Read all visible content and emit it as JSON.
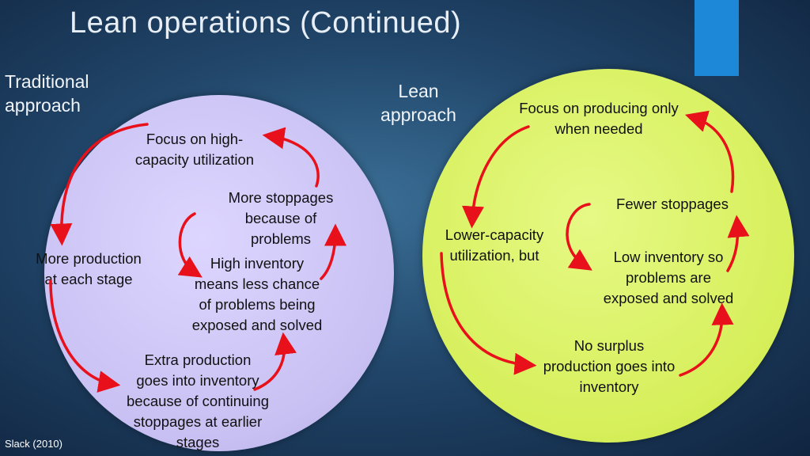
{
  "slide": {
    "title": "Lean operations (Continued)",
    "source": "Slack (2010)"
  },
  "traditional": {
    "label_line1": "Traditional",
    "label_line2": "approach",
    "nodes": [
      {
        "lines": [
          "Focus on high-",
          "capacity utilization"
        ]
      },
      {
        "lines": [
          "More stoppages",
          "because of",
          "problems"
        ]
      },
      {
        "lines": [
          "More production",
          "at each stage"
        ]
      },
      {
        "lines": [
          "High inventory",
          "means less chance",
          "of problems being",
          "exposed and solved"
        ]
      },
      {
        "lines": [
          "Extra production",
          "goes into inventory",
          "because of continuing",
          "stoppages at earlier",
          "stages"
        ]
      }
    ]
  },
  "lean": {
    "label_line1": "Lean",
    "label_line2": "approach",
    "nodes": [
      {
        "lines": [
          "Focus on producing only",
          "when needed"
        ]
      },
      {
        "lines": [
          "Fewer stoppages"
        ]
      },
      {
        "lines": [
          "Lower-capacity",
          "utilization, but"
        ]
      },
      {
        "lines": [
          "Low inventory so",
          "problems are",
          "exposed and solved"
        ]
      },
      {
        "lines": [
          "No surplus",
          "production goes into",
          "inventory"
        ]
      }
    ]
  },
  "colors": {
    "arrow": "#e8101a",
    "traditional_circle": "#ccc4f5",
    "lean_circle": "#d9f060",
    "accent_bar": "#1e88d8"
  }
}
